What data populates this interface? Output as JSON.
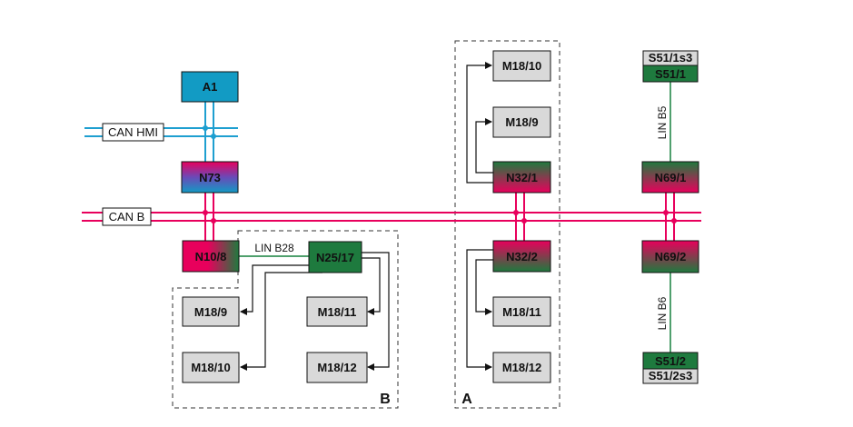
{
  "buses": {
    "can_hmi": "CAN HMI",
    "can_b": "CAN B"
  },
  "lin": {
    "b28": "LIN B28",
    "b5": "LIN B5",
    "b6": "LIN B6"
  },
  "areas": {
    "a": "A",
    "b": "B"
  },
  "nodes": {
    "a1": "A1",
    "n73": "N73",
    "n10_8": "N10/8",
    "n25_17": "N25/17",
    "b_m18_9": "M18/9",
    "b_m18_10": "M18/10",
    "b_m18_11": "M18/11",
    "b_m18_12": "M18/12",
    "a_m18_10": "M18/10",
    "a_m18_9": "M18/9",
    "n32_1": "N32/1",
    "n32_2": "N32/2",
    "a_m18_11": "M18/11",
    "a_m18_12": "M18/12",
    "s51_1s3": "S51/1s3",
    "s51_1": "S51/1",
    "n69_1": "N69/1",
    "n69_2": "N69/2",
    "s51_2": "S51/2",
    "s51_2s3": "S51/2s3"
  },
  "colors": {
    "can_b": "#e8005c",
    "can_hmi": "#1e9fd0",
    "lin": "#15803d",
    "actuator_fill": "#d9d9d9",
    "a1_fill": "#129bc4"
  }
}
